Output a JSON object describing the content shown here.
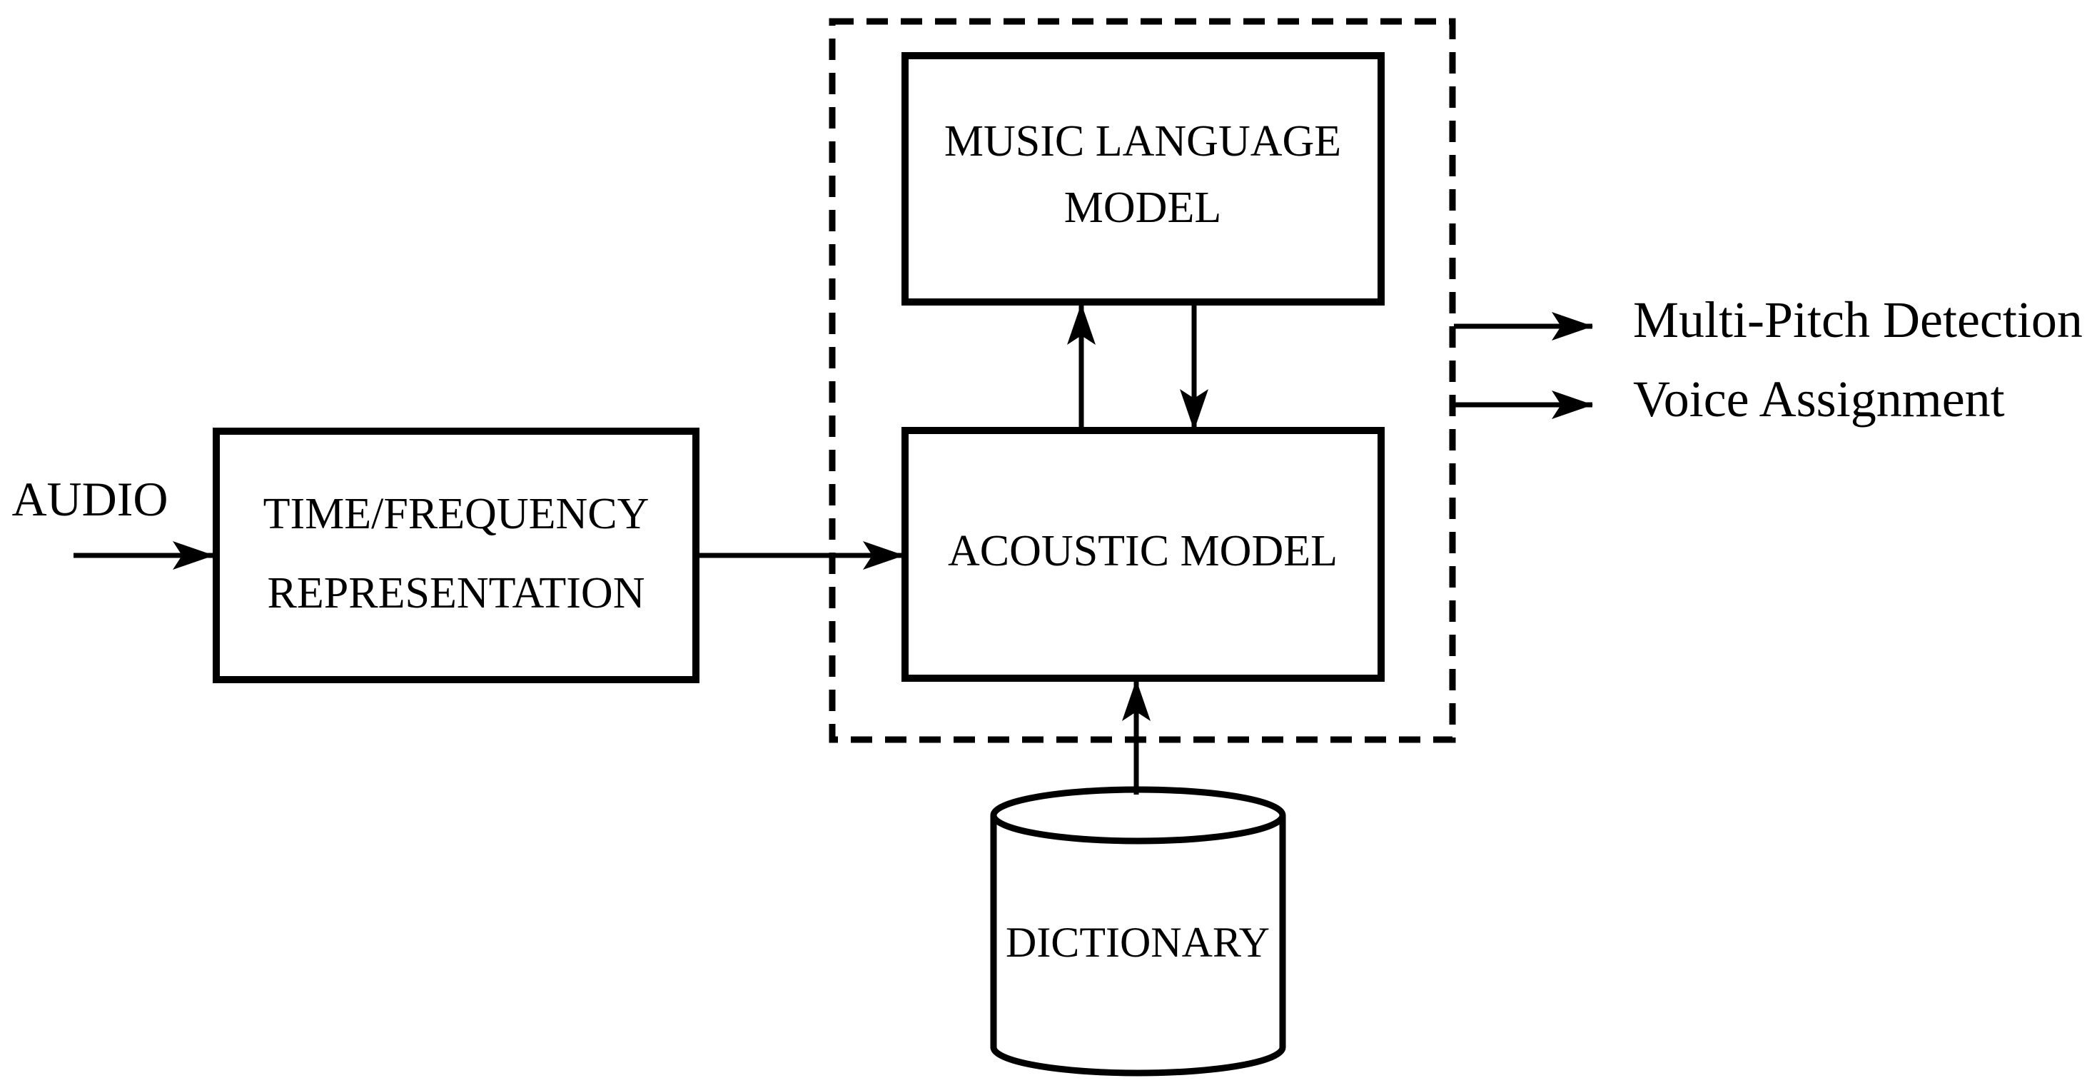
{
  "figure": {
    "colors": {
      "ink": "#000000",
      "background": "#ffffff"
    },
    "audio": {
      "label": "AUDIO"
    },
    "time_frequency_box": {
      "line1": "TIME/FREQUENCY",
      "line2": "REPRESENTATION"
    },
    "framework_box": {
      "music_language_model": {
        "line1": "MUSIC LANGUAGE",
        "line2": "MODEL"
      },
      "acoustic_model": {
        "label": "ACOUSTIC MODEL"
      }
    },
    "dictionary": {
      "label": "DICTIONARY"
    },
    "outputs": [
      {
        "label": "Multi-Pitch Detection"
      },
      {
        "label": "Voice Assignment"
      }
    ]
  }
}
